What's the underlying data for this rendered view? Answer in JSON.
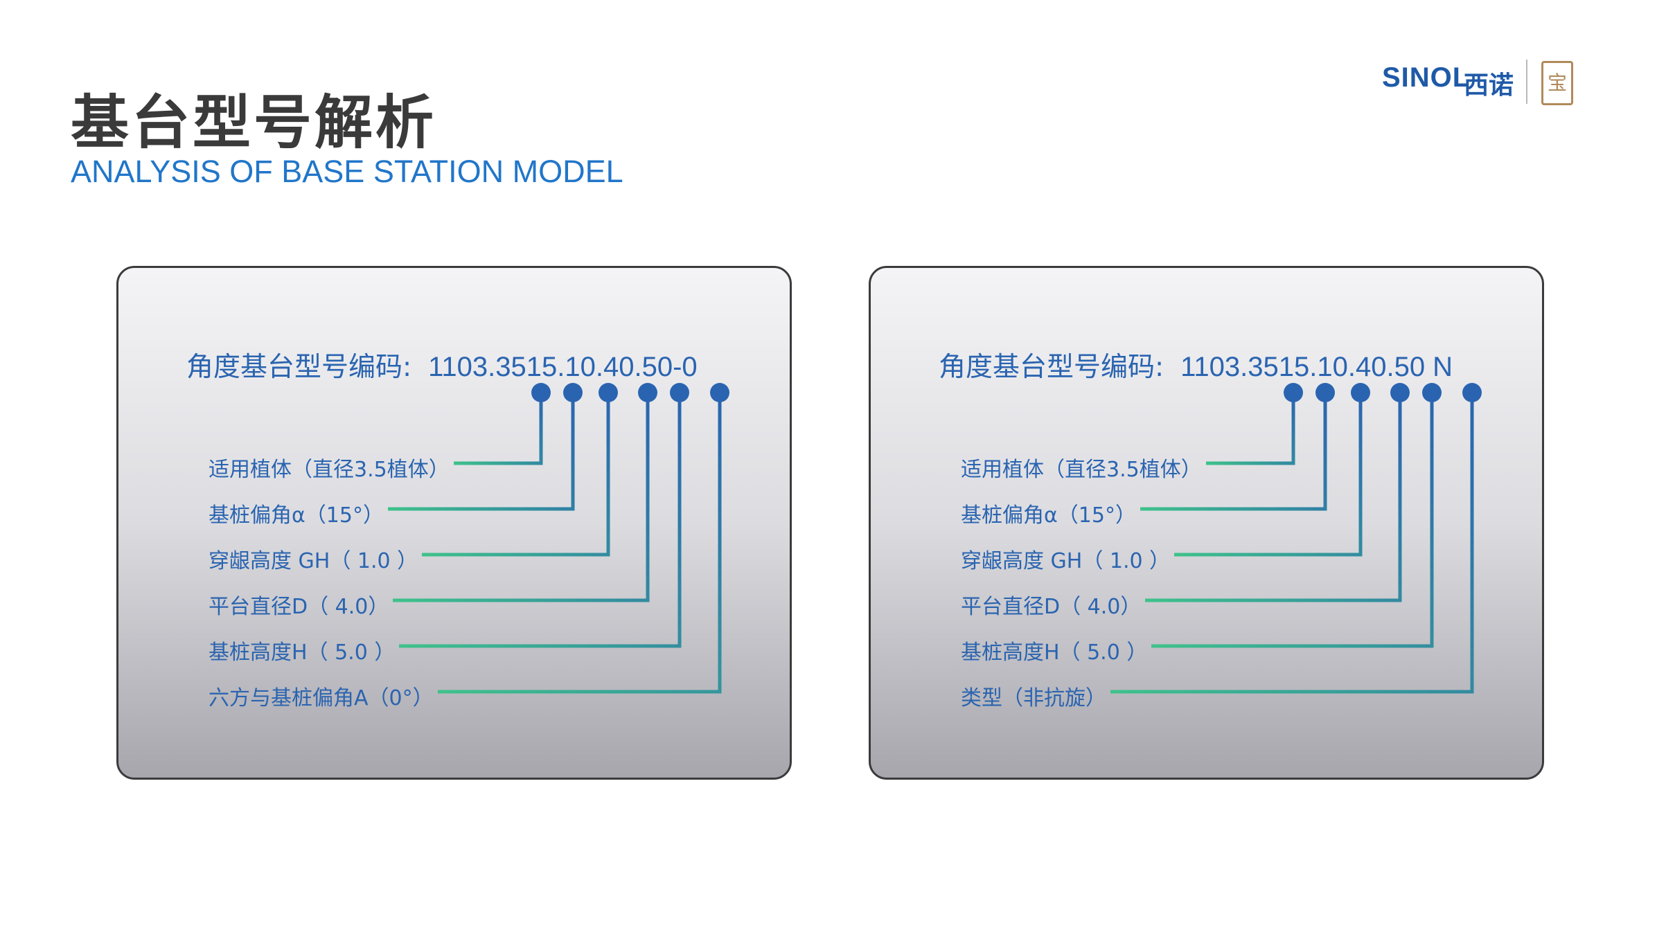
{
  "header": {
    "title_cn": "基台型号解析",
    "title_en": "ANALYSIS OF BASE STATION MODEL"
  },
  "brand": {
    "logo_text": "SINOL",
    "logo_cn": "西诺",
    "seal_char": "宝",
    "primary_color": "#2a64b0",
    "accent_green": "#3ec28a"
  },
  "panels": [
    {
      "code_label": "角度基台型号编码:",
      "code_value": "1103.3515.10.40.50-0",
      "items": [
        "适用植体（直径3.5植体）",
        "基桩偏角α（15°）",
        "穿龈高度 GH（ 1.0 ）",
        "平台直径D（ 4.0）",
        "基桩高度H（ 5.0 ）",
        "六方与基桩偏角A（0°）"
      ]
    },
    {
      "code_label": "角度基台型号编码:",
      "code_value": "1103.3515.10.40.50 N",
      "items": [
        "适用植体（直径3.5植体）",
        "基桩偏角α（15°）",
        "穿龈高度 GH（ 1.0 ）",
        "平台直径D（ 4.0）",
        "基桩高度H（ 5.0 ）",
        "类型（非抗旋）"
      ]
    }
  ]
}
